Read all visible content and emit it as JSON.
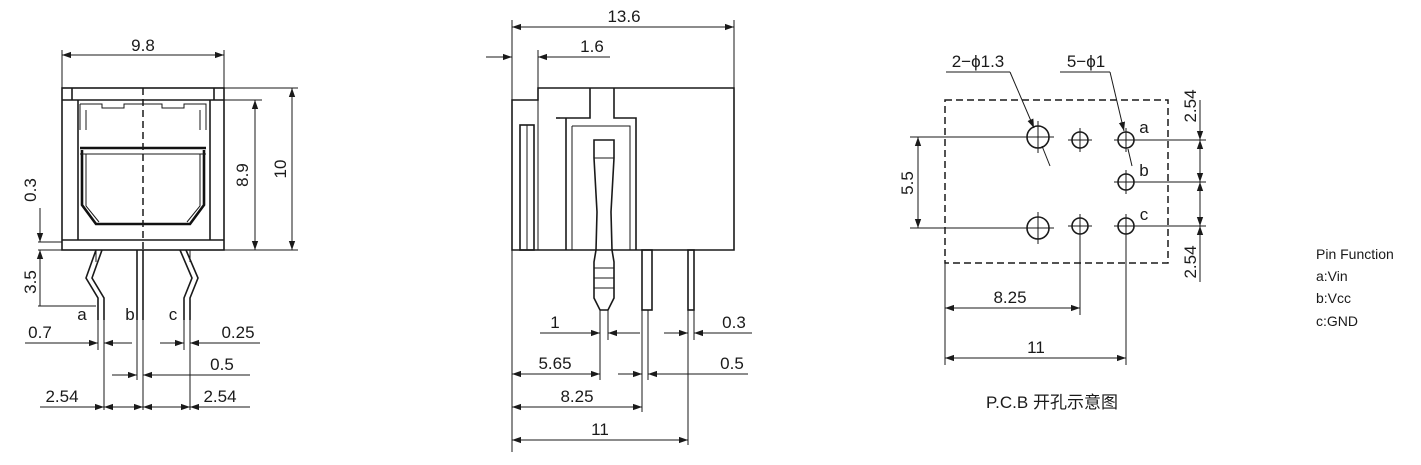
{
  "front_view": {
    "width_label": "9.8",
    "inner_height_label": "8.9",
    "height_label": "10",
    "step_label": "0.3",
    "pin_length_label": "3.5",
    "pin_a": "a",
    "pin_b": "b",
    "pin_c": "c",
    "pin_offset_label": "0.7",
    "pin_thickness_label": "0.25",
    "pin_width_label": "0.5",
    "pitch_left_label": "2.54",
    "pitch_right_label": "2.54"
  },
  "side_view": {
    "depth_label": "13.6",
    "offset_label": "1.6",
    "pin_dia_label": "1",
    "pin_thk_label": "0.3",
    "dist_565_label": "5.65",
    "pin_w_label": "0.5",
    "dist_825_label": "8.25",
    "dist_11_label": "11"
  },
  "pcb_view": {
    "big_holes_label": "2−ϕ1.3",
    "small_holes_label": "5−ϕ1",
    "pin_a": "a",
    "pin_b": "b",
    "pin_c": "c",
    "spacing_top_label": "2.54",
    "spacing_bottom_label": "2.54",
    "height_label": "5.5",
    "dist_825_label": "8.25",
    "dist_11_label": "11",
    "caption": "P.C.B 开孔示意图"
  },
  "pin_function": {
    "title": "Pin Function",
    "a": "a:Vin",
    "b": "b:Vcc",
    "c": "c:GND"
  }
}
